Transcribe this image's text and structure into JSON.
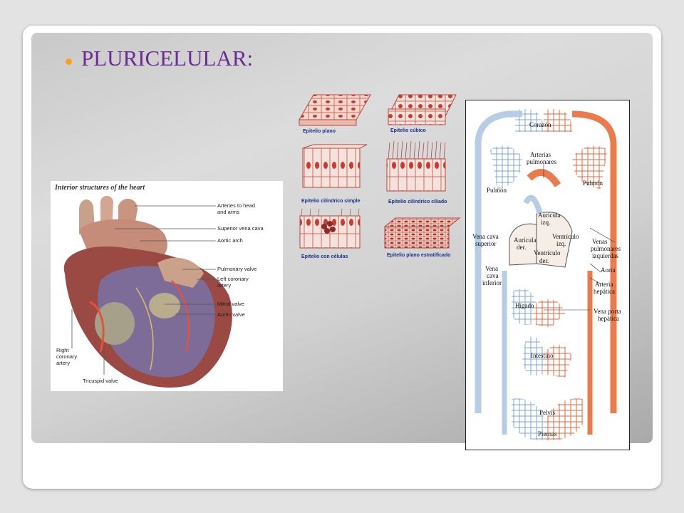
{
  "slide": {
    "title": "PLURICELULAR:",
    "accent_color": "#6a2c91",
    "bullet_color": "#f6a51a"
  },
  "heart": {
    "caption": "Interior structures of the heart",
    "labels": [
      "Arteries to head",
      "and arms",
      "Superior vena cava",
      "Aortic arch",
      "Pulmonary valve",
      "Left coronary",
      "artery",
      "Mitral valve",
      "Aortic valve",
      "Right",
      "coronary",
      "artery",
      "Tricuspid valve"
    ]
  },
  "epithelia": {
    "labels": [
      "Epitelio plano",
      "Epitelio cúbico",
      "Epitelio cilíndrico simple",
      "Epitelio cilíndrico ciliado",
      "Epitelio con células",
      "Epitelio plano estratificado"
    ]
  },
  "circulation": {
    "labels": {
      "corazon": "Corazón",
      "arterias1": "Arterias",
      "arterias2": "pulmonares",
      "pulmon_left": "Pulmón",
      "pulmon_right": "Pulmón",
      "auricula_izq1": "Aurícula",
      "auricula_izq2": "izq.",
      "ventriculo_izq1": "Ventrículo",
      "ventriculo_izq2": "izq.",
      "auricula_der1": "Aurícula",
      "auricula_der2": "der.",
      "ventriculo_der1": "Ventrículo",
      "ventriculo_der2": "der.",
      "vena_cava_sup1": "Vena cava",
      "vena_cava_sup2": "superior",
      "venas_pulm1": "Venas",
      "venas_pulm2": "pulmonares",
      "venas_pulm3": "izquierdas",
      "aorta": "Aorta",
      "vena_cava_inf1": "Vena",
      "vena_cava_inf2": "cava",
      "vena_cava_inf3": "inferior",
      "arteria_hep1": "Arteria",
      "arteria_hep2": "hepática",
      "higado": "Hígado",
      "vena_porta1": "Vena porta",
      "vena_porta2": "hepática",
      "intestino": "Intestino",
      "pelvis": "Pelvis",
      "piernas": "Piernas"
    }
  }
}
